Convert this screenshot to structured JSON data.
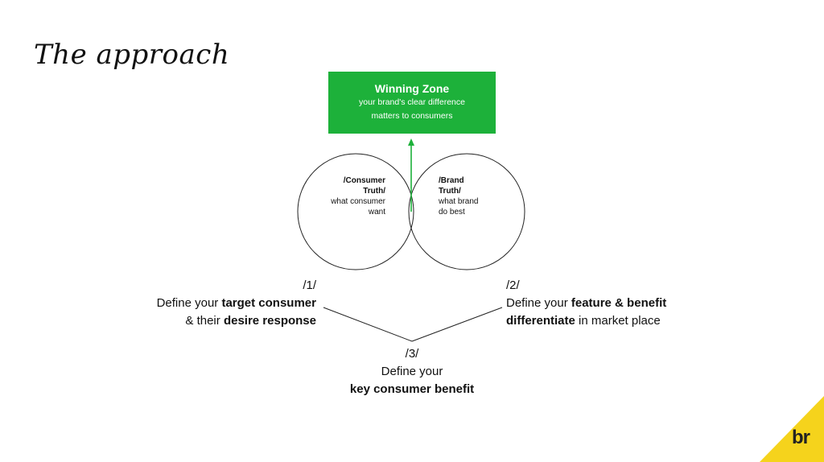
{
  "title": "The approach",
  "winning_zone": {
    "title": "Winning Zone",
    "line1": "your brand's clear difference",
    "line2": "matters to consumers"
  },
  "consumer_truth": {
    "line1": "/Consumer",
    "line2": "Truth/",
    "line3": "what consumer",
    "line4": "want"
  },
  "brand_truth": {
    "line1": "/Brand",
    "line2": "Truth/",
    "line3": "what brand",
    "line4": "do best"
  },
  "step1": {
    "num": "/1/",
    "pre": "Define your ",
    "bold1": "target consumer",
    "pre2": "& their ",
    "bold2": "desire response"
  },
  "step2": {
    "num": "/2/",
    "pre": "Define your ",
    "bold1": "feature & benefit",
    "bold2": "differentiate",
    "post": " in market place"
  },
  "step3": {
    "num": "/3/",
    "line1": "Define your",
    "bold": "key consumer benefit"
  },
  "logo": {
    "text": "br",
    "color": "#f5d31c"
  },
  "colors": {
    "accent": "#1db13a",
    "ink": "#111111"
  }
}
